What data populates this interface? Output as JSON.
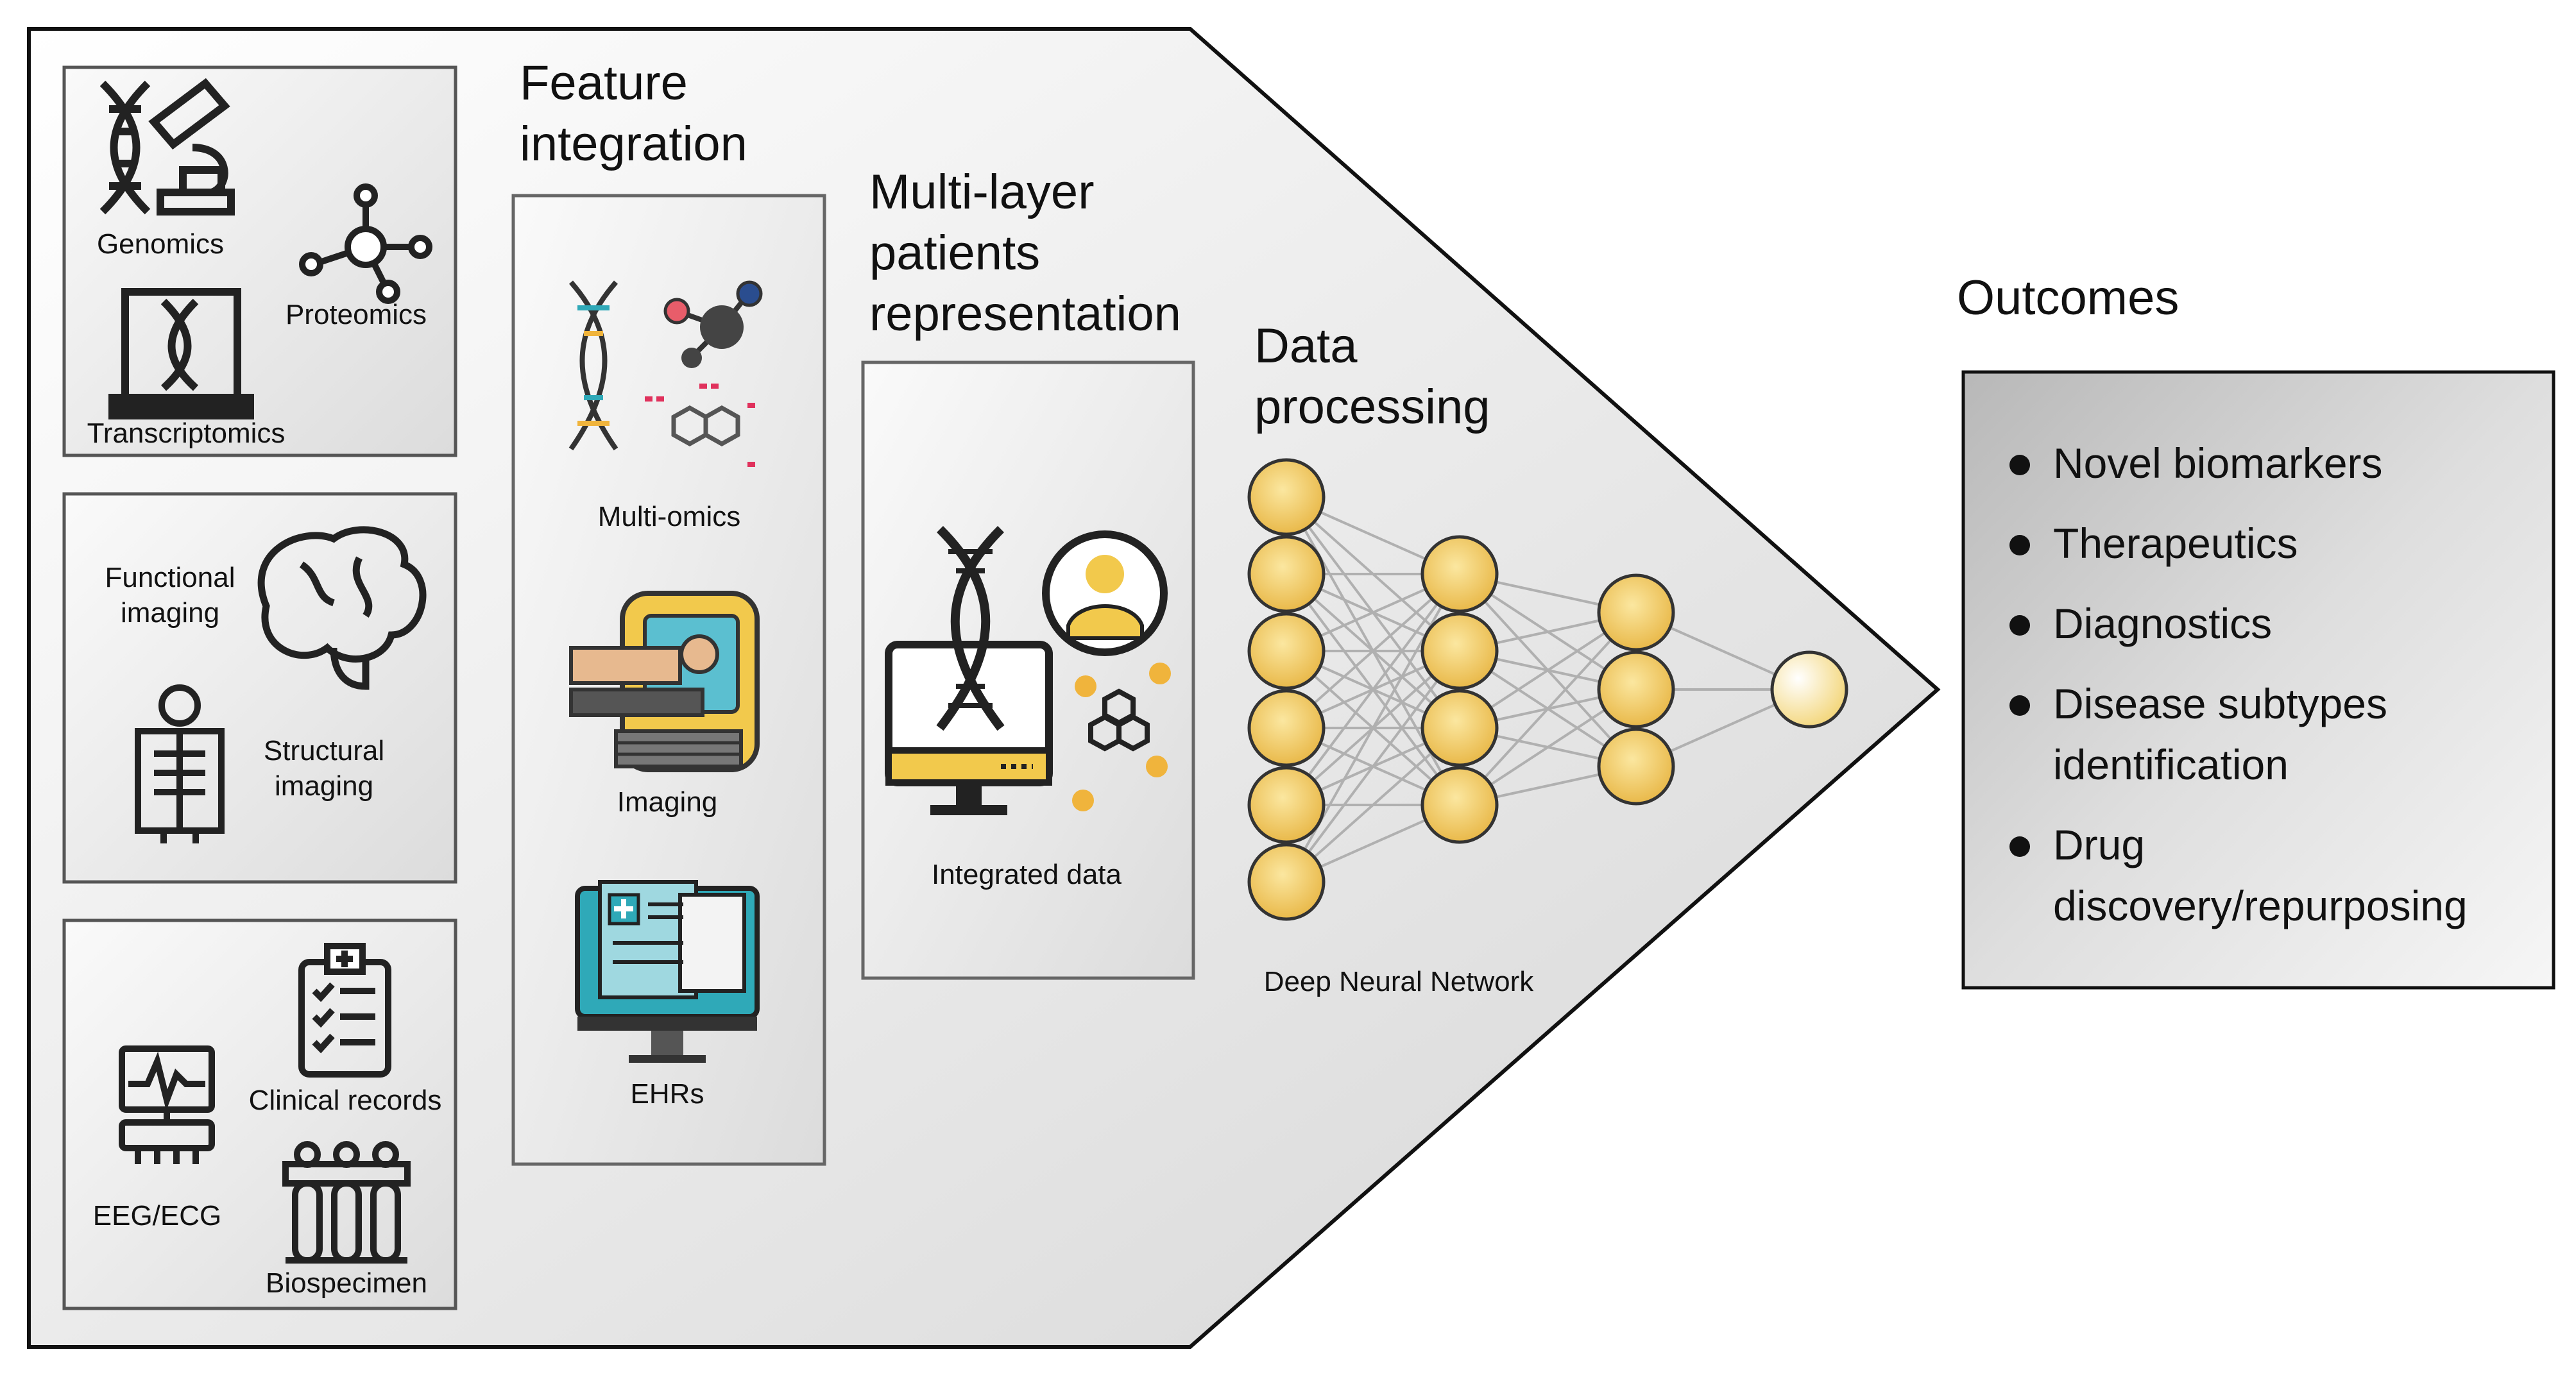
{
  "sources": {
    "omics_group": {
      "genomics": "Genomics",
      "proteomics": "Proteomics",
      "transcriptomics": "Transcriptomics"
    },
    "imaging_group": {
      "functional_line1": "Functional",
      "functional_line2": "imaging",
      "structural_line1": "Structural",
      "structural_line2": "imaging"
    },
    "clinical_group": {
      "clinical_records": "Clinical records",
      "eeg_ecg": "EEG/ECG",
      "biospecimen": "Biospecimen"
    }
  },
  "feature_integration": {
    "title_line1": "Feature",
    "title_line2": "integration",
    "multi_omics": "Multi-omics",
    "imaging": "Imaging",
    "ehrs": "EHRs"
  },
  "representation": {
    "title_line1": "Multi-layer",
    "title_line2": "patients",
    "title_line3": "representation",
    "integrated_data": "Integrated data"
  },
  "processing": {
    "title_line1": "Data",
    "title_line2": "processing",
    "network_label": "Deep Neural Network",
    "layers": [
      6,
      4,
      3,
      1
    ]
  },
  "outcomes": {
    "title": "Outcomes",
    "items": [
      {
        "line1": "Novel biomarkers",
        "line2": ""
      },
      {
        "line1": "Therapeutics",
        "line2": ""
      },
      {
        "line1": "Diagnostics",
        "line2": ""
      },
      {
        "line1": "Disease subtypes",
        "line2": "identification"
      },
      {
        "line1": "Drug",
        "line2": "discovery/repurposing"
      }
    ]
  },
  "colors": {
    "node_fill": "#f2c94c",
    "accent_gold": "#f0b43c",
    "teal": "#2fa9b8",
    "dark": "#222222"
  }
}
